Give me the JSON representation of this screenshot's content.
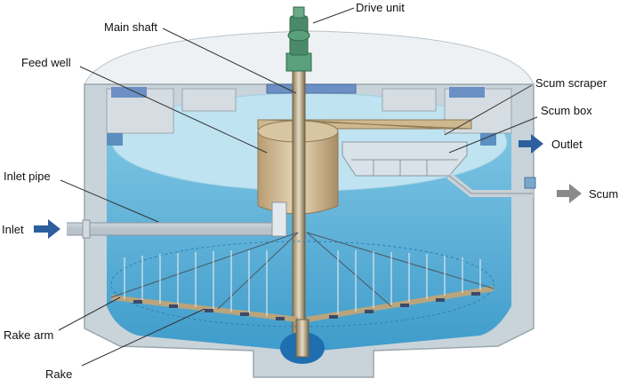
{
  "labels": {
    "drive_unit": "Drive unit",
    "main_shaft": "Main shaft",
    "feed_well": "Feed well",
    "scum_scraper": "Scum scraper",
    "scum_box": "Scum box",
    "outlet": "Outlet",
    "inlet_pipe": "Inlet pipe",
    "inlet": "Inlet",
    "scum": "Scum",
    "rake_arm": "Rake arm",
    "rake": "Rake"
  },
  "colors": {
    "tank_wall": "#c9d3da",
    "tank_edge": "#9aa6ae",
    "water": "#5fb4d9",
    "water_surface": "#bfe3f1",
    "arrow_blue": "#2d5f9e",
    "arrow_gray": "#8a8a8a",
    "steel": "#c8b48a",
    "drive": "#4a8a6a"
  }
}
